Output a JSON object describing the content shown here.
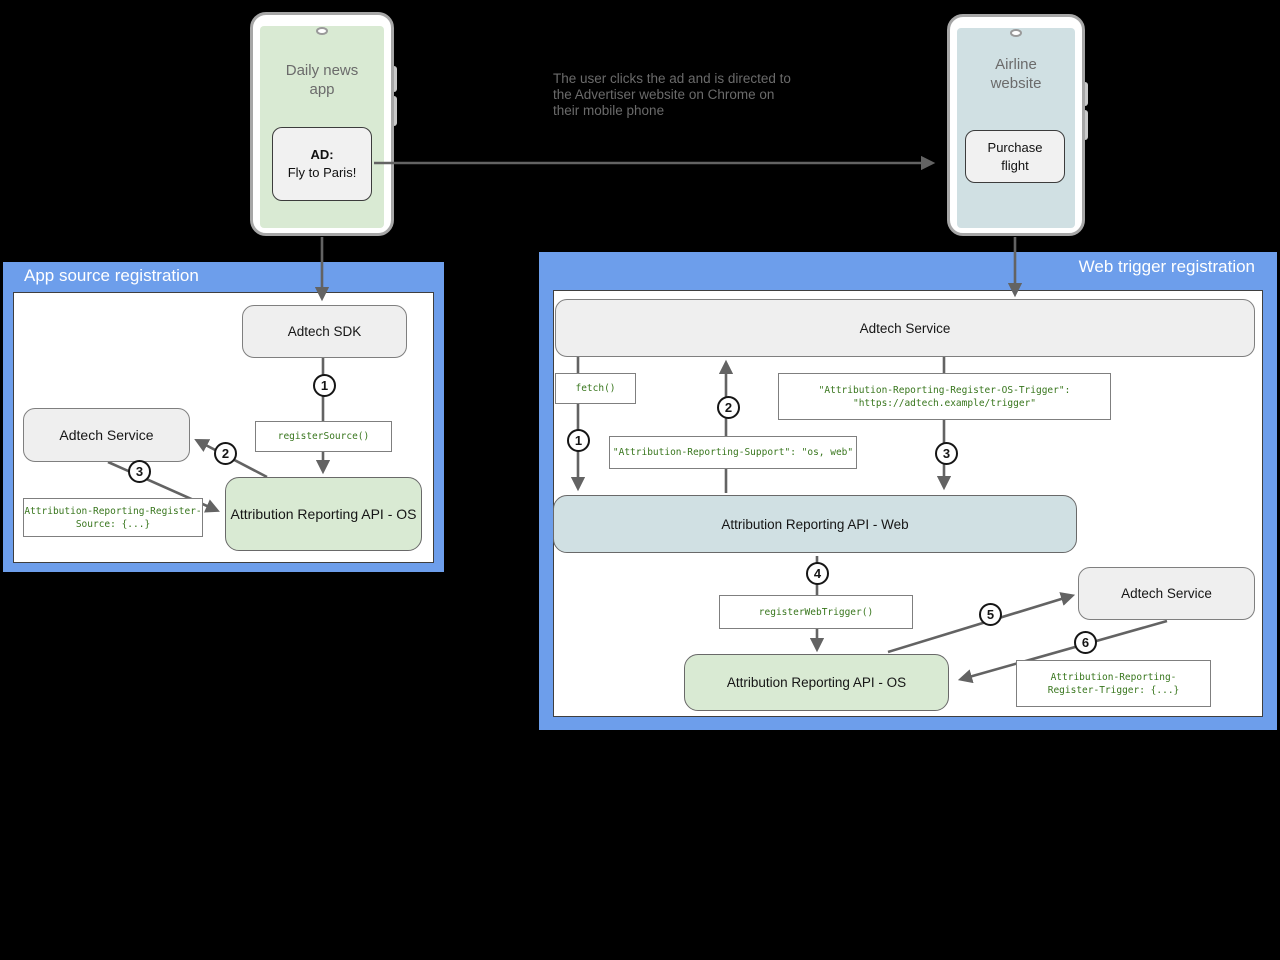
{
  "colors": {
    "panel_blue": "#6d9eeb",
    "node_green": "#d9ead3",
    "node_blue": "#d0e0e3",
    "node_gray": "#efefef",
    "code_green": "#38761d",
    "arrow_gray": "#636363",
    "background": "#000000"
  },
  "phones": {
    "daily_news": {
      "title": "Daily news app",
      "ad_title": "AD:",
      "ad_text": "Fly to Paris!"
    },
    "airline": {
      "title": "Airline website",
      "button": "Purchase flight"
    }
  },
  "note": {
    "line1": "The user clicks the ad and is directed to",
    "line2": "the Advertiser website on Chrome on",
    "line3": "their mobile phone"
  },
  "app_source_panel": {
    "title": "App source registration",
    "adtech_sdk": "Adtech SDK",
    "adtech_service": "Adtech Service",
    "register_source": "registerSource()",
    "register_source_header": {
      "line1": "Attribution-Reporting-Register-",
      "line2": "Source: {...}"
    },
    "api_os": "Attribution Reporting API - OS",
    "steps": [
      "1",
      "2",
      "3"
    ]
  },
  "web_trigger_panel": {
    "title": "Web trigger registration",
    "adtech_service_top": "Adtech Service",
    "fetch": "fetch()",
    "os_trigger_header": {
      "line1": "\"Attribution-Reporting-Register-OS-Trigger\":",
      "line2": "\"https://adtech.example/trigger\""
    },
    "support_header": "\"Attribution-Reporting-Support\": \"os, web\"",
    "api_web": "Attribution Reporting API - Web",
    "register_web_trigger": "registerWebTrigger()",
    "adtech_service": "Adtech Service",
    "register_trigger_header": {
      "line1": "Attribution-Reporting-",
      "line2": "Register-Trigger: {...}"
    },
    "steps": [
      "1",
      "2",
      "3",
      "4",
      "5",
      "6"
    ]
  }
}
